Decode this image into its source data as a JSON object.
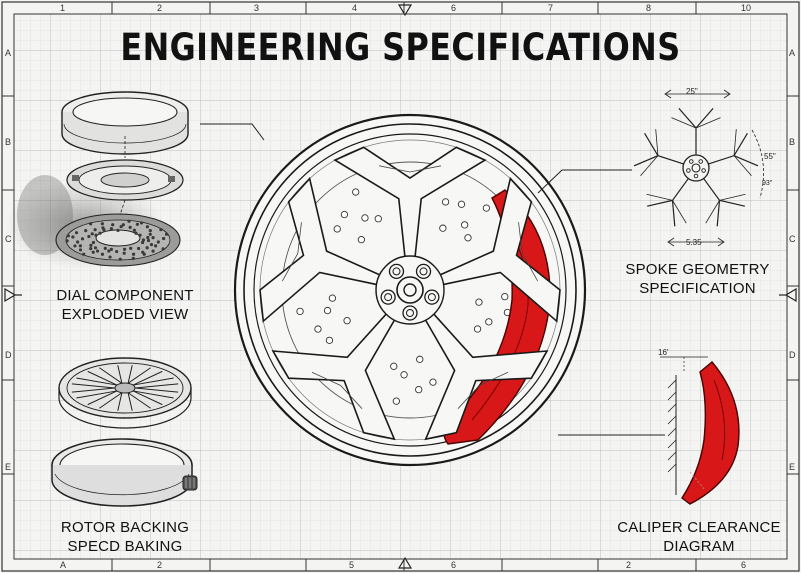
{
  "title": "ENGINEERING SPECIFICATIONS",
  "labels": {
    "dial": [
      "DIAL COMPONENT",
      "EXPLODED VIEW"
    ],
    "rotor": [
      "ROTOR BACKING",
      "SPECD BAKING"
    ],
    "spoke": [
      "SPOKE GEOMETRY",
      "SPECIFICATION"
    ],
    "caliper": [
      "CALIPER CLEARANCE",
      "DIAGRAM"
    ]
  },
  "dimensions": {
    "spoke_top": "25\"",
    "spoke_right_a": "55\"",
    "spoke_right_b": "93\"",
    "spoke_bottom": "5.35",
    "caliper_angle": "16'"
  },
  "border": {
    "top": [
      "1",
      "2",
      "3",
      "4",
      "6",
      "7",
      "8",
      "10"
    ],
    "bottom": [
      "A",
      "2",
      "5",
      "6",
      "2",
      "6"
    ],
    "left": [
      "A",
      "B",
      "C",
      "D",
      "E"
    ],
    "right": [
      "A",
      "B",
      "C",
      "D",
      "E"
    ]
  },
  "colors": {
    "ink": "#111111",
    "accent_red": "#d81818",
    "grid": "#c9ccd0",
    "paper": "#f4f4f2"
  }
}
